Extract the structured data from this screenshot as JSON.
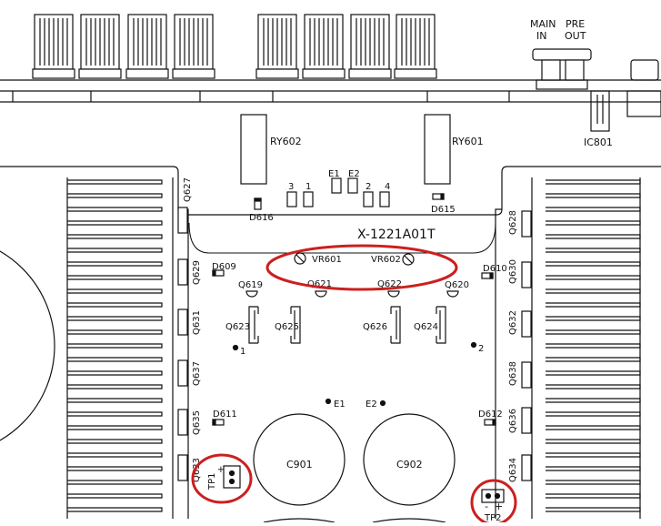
{
  "panel": {
    "main_in": [
      "MAIN",
      "IN"
    ],
    "pre_out": [
      "PRE",
      "OUT"
    ]
  },
  "relays": {
    "left": "RY602",
    "right": "RY601"
  },
  "ic": "IC801",
  "jumpers": {
    "e1": "E1",
    "e2": "E2",
    "n3": "3",
    "n1": "1",
    "n2": "2",
    "n4": "4"
  },
  "board_id": "X-1221A01T",
  "pots": {
    "left": "VR601",
    "right": "VR602"
  },
  "transistors": {
    "left_column": [
      "Q627",
      "Q629",
      "Q631",
      "Q637",
      "Q635",
      "Q633"
    ],
    "right_column": [
      "Q628",
      "Q630",
      "Q632",
      "Q638",
      "Q636",
      "Q634"
    ],
    "center": {
      "q619": "Q619",
      "q621": "Q621",
      "q622": "Q622",
      "q620": "Q620",
      "q623": "Q623",
      "q625": "Q625",
      "q626": "Q626",
      "q624": "Q624"
    }
  },
  "diodes": {
    "d616": "D616",
    "d615": "D615",
    "d609": "D609",
    "d610": "D610",
    "d611": "D611",
    "d612": "D612"
  },
  "test_points": {
    "pt1": "1",
    "pt2": "2",
    "e1": "E1",
    "e2": "E2",
    "tp1": "TP1",
    "tp2": "TP2",
    "plus": "+",
    "minus": "-"
  },
  "capacitors": {
    "left": "C901",
    "right": "C902"
  },
  "colors": {
    "highlight": "#cc1f1f",
    "line": "#111111"
  }
}
